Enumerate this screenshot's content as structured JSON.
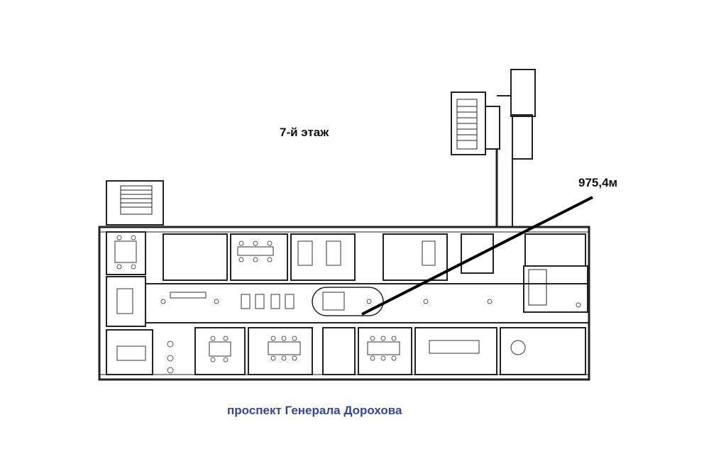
{
  "plan": {
    "floor_label": "7-й этаж",
    "area_label": "975,4м",
    "street_label": "проспект Генерала Дорохова"
  },
  "colors": {
    "wall": "#222222",
    "furniture": "#555555",
    "street_text": "#3344aa",
    "label_text": "#111111",
    "pointer_line": "#000000"
  }
}
